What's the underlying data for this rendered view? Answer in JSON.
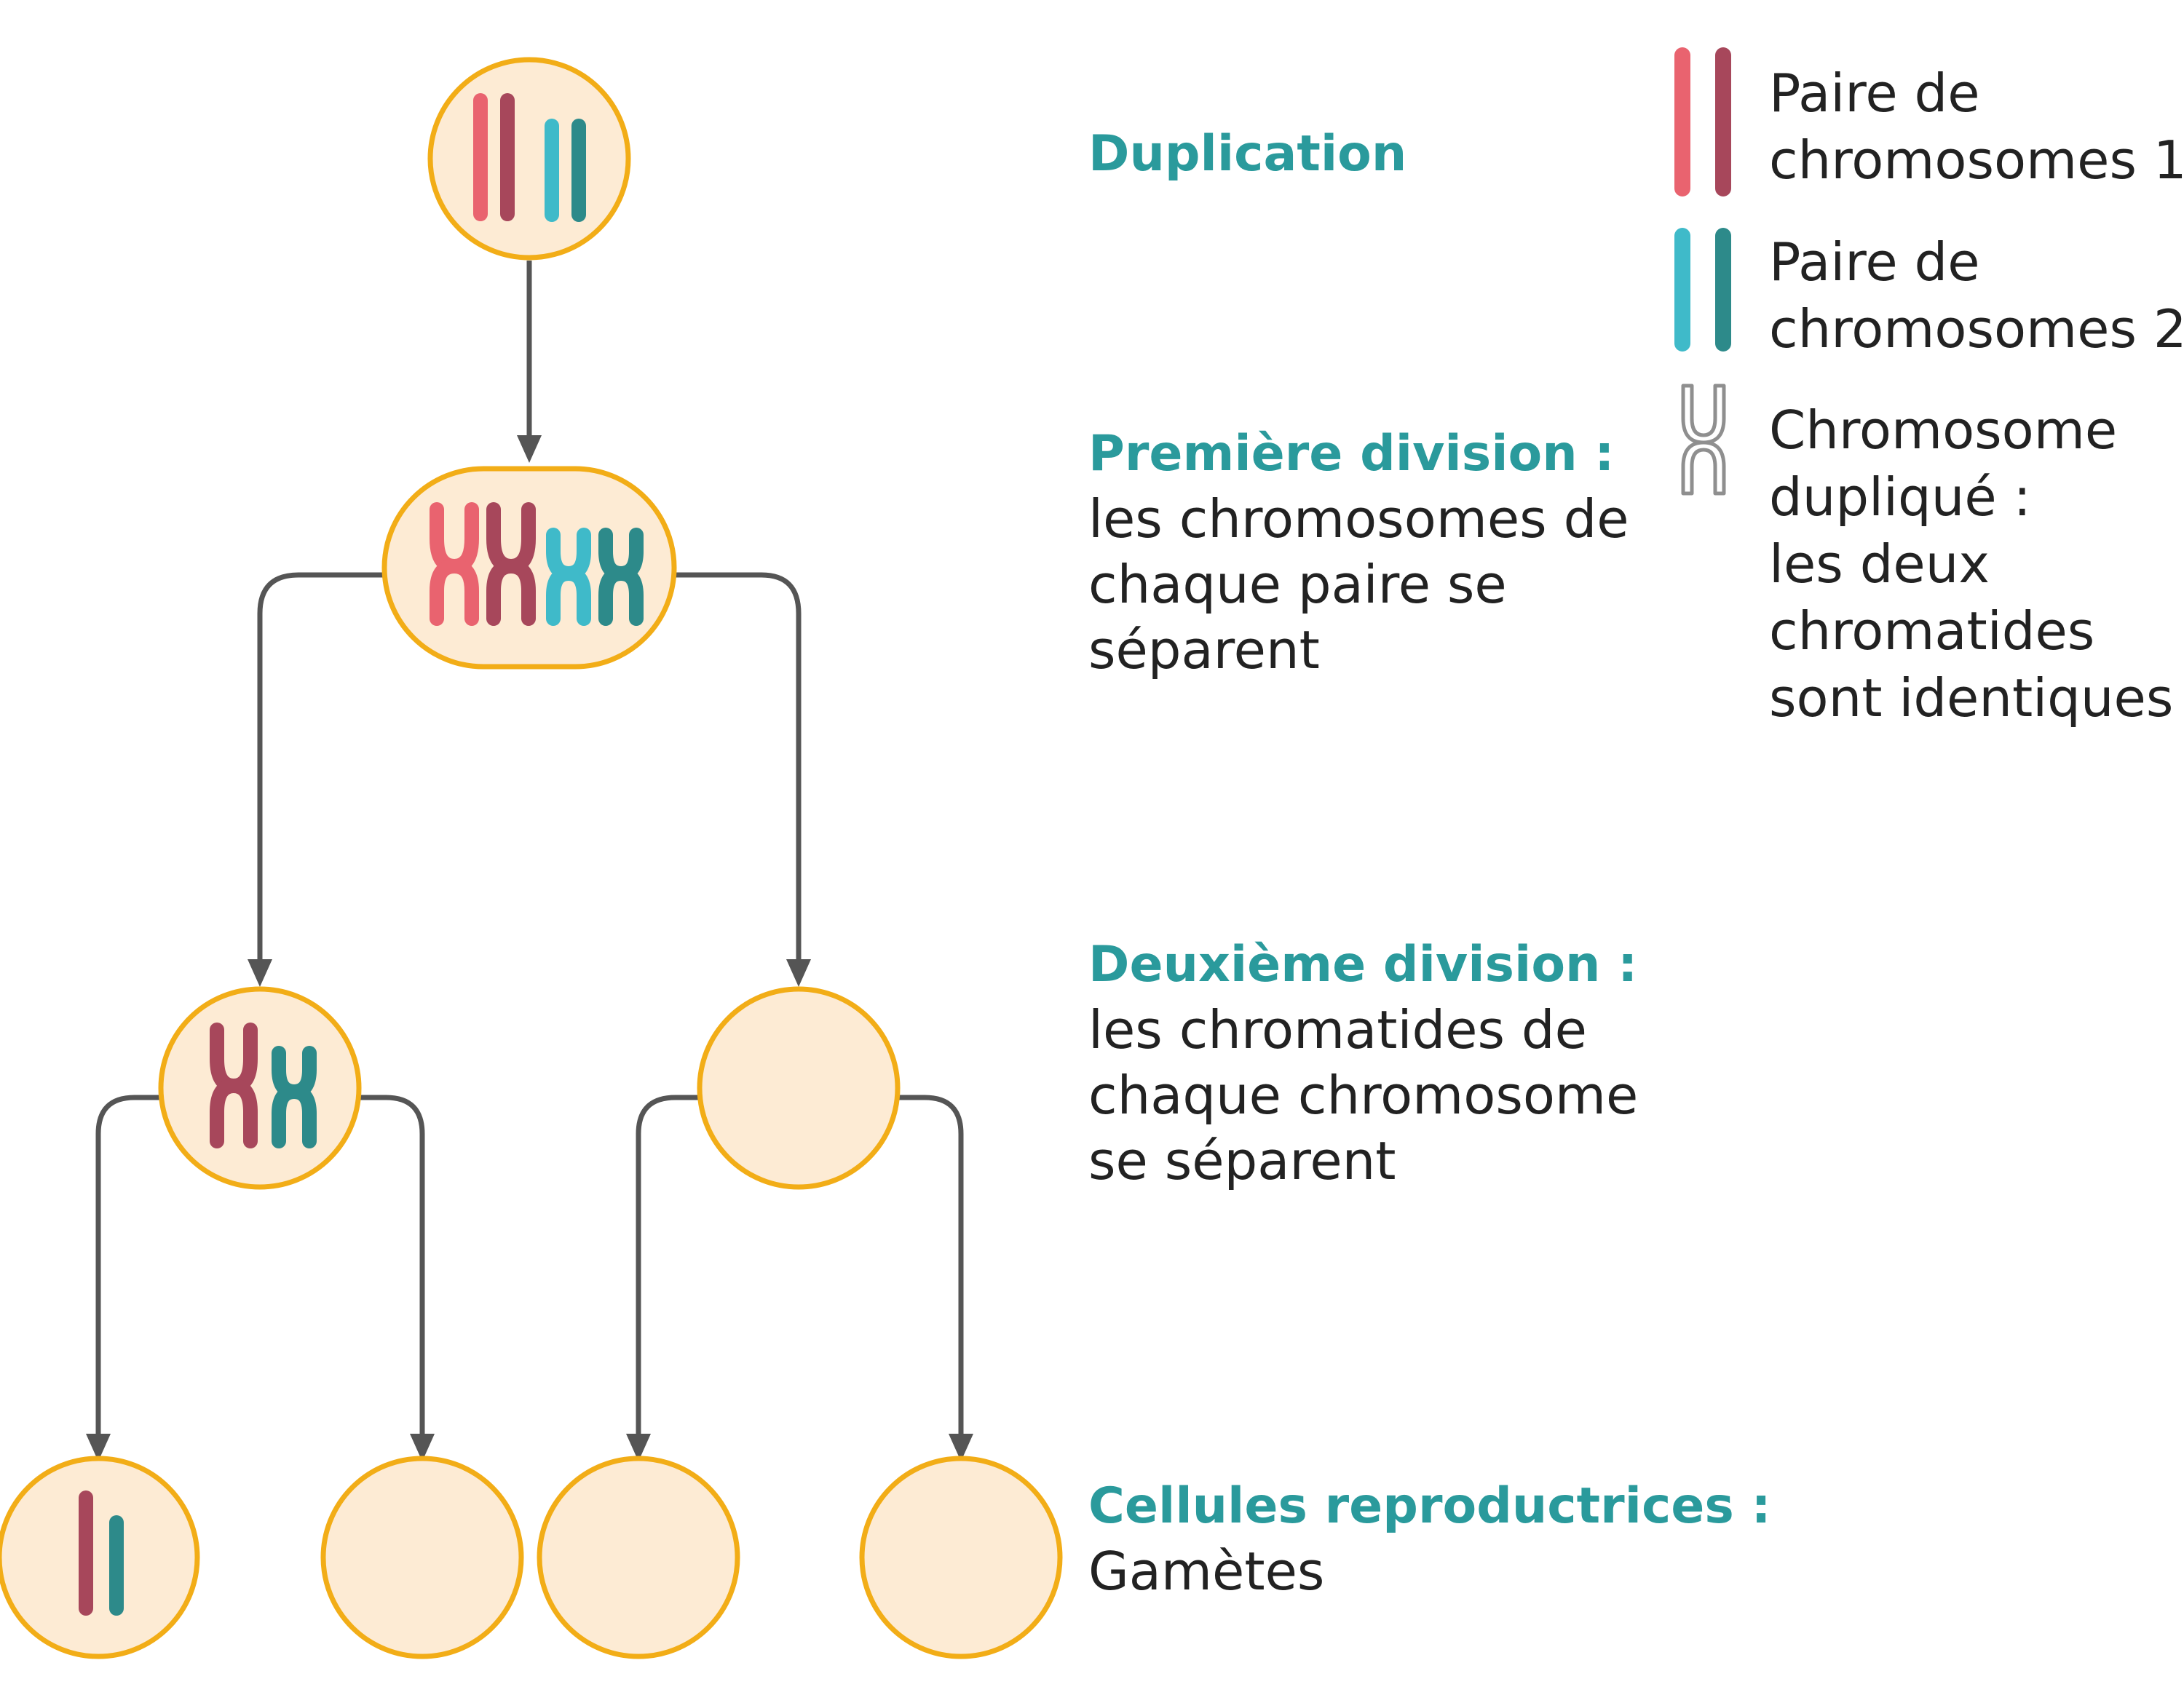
{
  "colors": {
    "cell_fill": "#fdebd4",
    "cell_stroke": "#f2ad17",
    "arrow": "#555555",
    "pair1_light": "#e9636f",
    "pair1_dark": "#a7475b",
    "pair2_light": "#3fbac9",
    "pair2_dark": "#2d8a8a",
    "title": "#2a9a9c",
    "text": "#222222",
    "legend_outline": "#8f8f8f"
  },
  "stages": [
    {
      "title": "Duplication",
      "lines": []
    },
    {
      "title": "Première division :",
      "lines": [
        "les chromosomes de",
        "chaque paire se",
        "séparent"
      ]
    },
    {
      "title": "Deuxième division :",
      "lines": [
        "les chromatides de",
        "chaque chromosome",
        "se séparent"
      ]
    },
    {
      "title": "Cellules reproductrices :",
      "lines": [
        "Gamètes"
      ]
    }
  ],
  "legend": [
    {
      "icon": "pair-1-chromosomes-icon",
      "lines": [
        "Paire de",
        "chromosomes 1"
      ]
    },
    {
      "icon": "pair-2-chromosomes-icon",
      "lines": [
        "Paire de",
        "chromosomes 2"
      ]
    },
    {
      "icon": "duplicated-chromosome-icon",
      "lines": [
        "Chromosome",
        "dupliqué :",
        "les deux",
        "chromatides",
        "sont identiques"
      ]
    }
  ]
}
